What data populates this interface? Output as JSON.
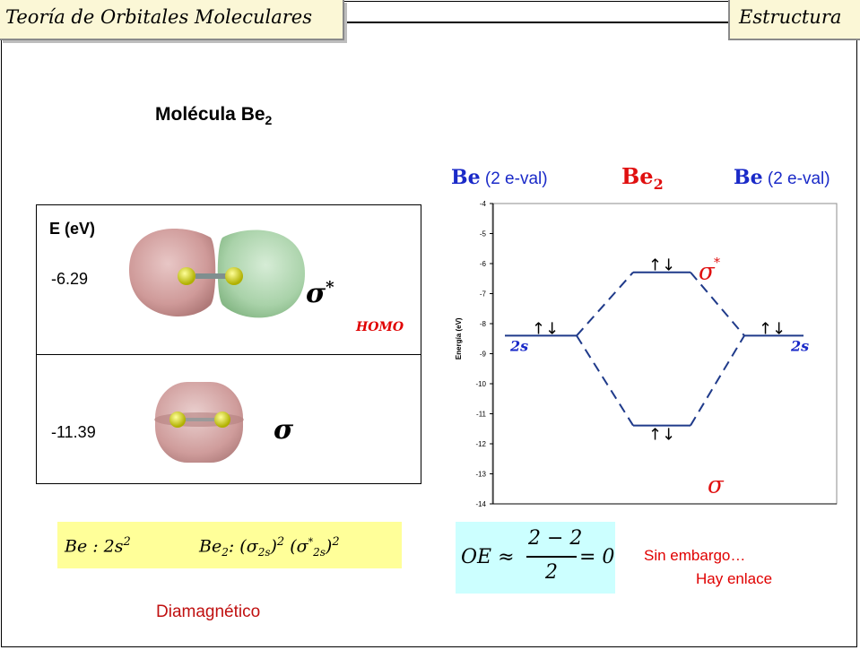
{
  "header": {
    "left_title": "Teoría de Orbitales Moleculares",
    "right_title": "Estructura"
  },
  "molecule_title": "Molécula Be",
  "molecule_subscript": "2",
  "orbital_panel": {
    "energy_heading": "E (eV)",
    "upper": {
      "energy": "-6.29",
      "label": "σ",
      "star": "*",
      "tag": "HOMO"
    },
    "lower": {
      "energy": "-11.39",
      "label": "σ"
    }
  },
  "diagram_headers": {
    "left": {
      "atom": "Be",
      "detail": "(2 e-val)"
    },
    "middle": {
      "atom": "Be",
      "subscript": "2"
    },
    "right": {
      "atom": "Be",
      "detail": "(2 e-val)"
    }
  },
  "chart_data": {
    "type": "line",
    "ylabel": "Energía (eV)",
    "ylim": [
      -14,
      -4
    ],
    "yticks": [
      "-4",
      "-5",
      "-6",
      "-7",
      "-8",
      "-9",
      "-10",
      "-11",
      "-12",
      "-13",
      "-14"
    ],
    "levels": [
      {
        "name": "2s",
        "side": "left",
        "energy": -8.4,
        "electrons": "↑↓"
      },
      {
        "name": "σ*",
        "side": "center",
        "energy": -6.29,
        "electrons": "↑↓"
      },
      {
        "name": "σ",
        "side": "center",
        "energy": -11.39,
        "electrons": "↑↓"
      },
      {
        "name": "2s",
        "side": "right",
        "energy": -8.4,
        "electrons": "↑↓"
      }
    ],
    "level_labels": {
      "left": "2s",
      "right": "2s",
      "sigma_star": "σ",
      "sigma_star_mark": "*",
      "sigma": "σ"
    },
    "colors": {
      "levels": "#1f3a8a",
      "level_label": "#1a2ac8",
      "mo_label": "#e01010",
      "axis": "#000000"
    }
  },
  "config": {
    "be": "Be : 2s",
    "be_sup": "2",
    "be2_lead": "Be",
    "be2_sub": "2",
    "be2_rest": ": (σ",
    "be2_sub2": "2s",
    "be2_close": ")",
    "be2_sup": "2",
    "be2_open2": "(σ",
    "be2_star": "*",
    "be2_sub3": "2s",
    "be2_close2": ")",
    "be2_sup2": "2"
  },
  "bond_order": {
    "lhs": "OE ≈",
    "numerator": "2 − 2",
    "denominator": "2",
    "rhs": "= 0"
  },
  "notes": {
    "line1": "Sin embargo…",
    "line2": "Hay enlace"
  },
  "magnetism": "Diamagnético"
}
